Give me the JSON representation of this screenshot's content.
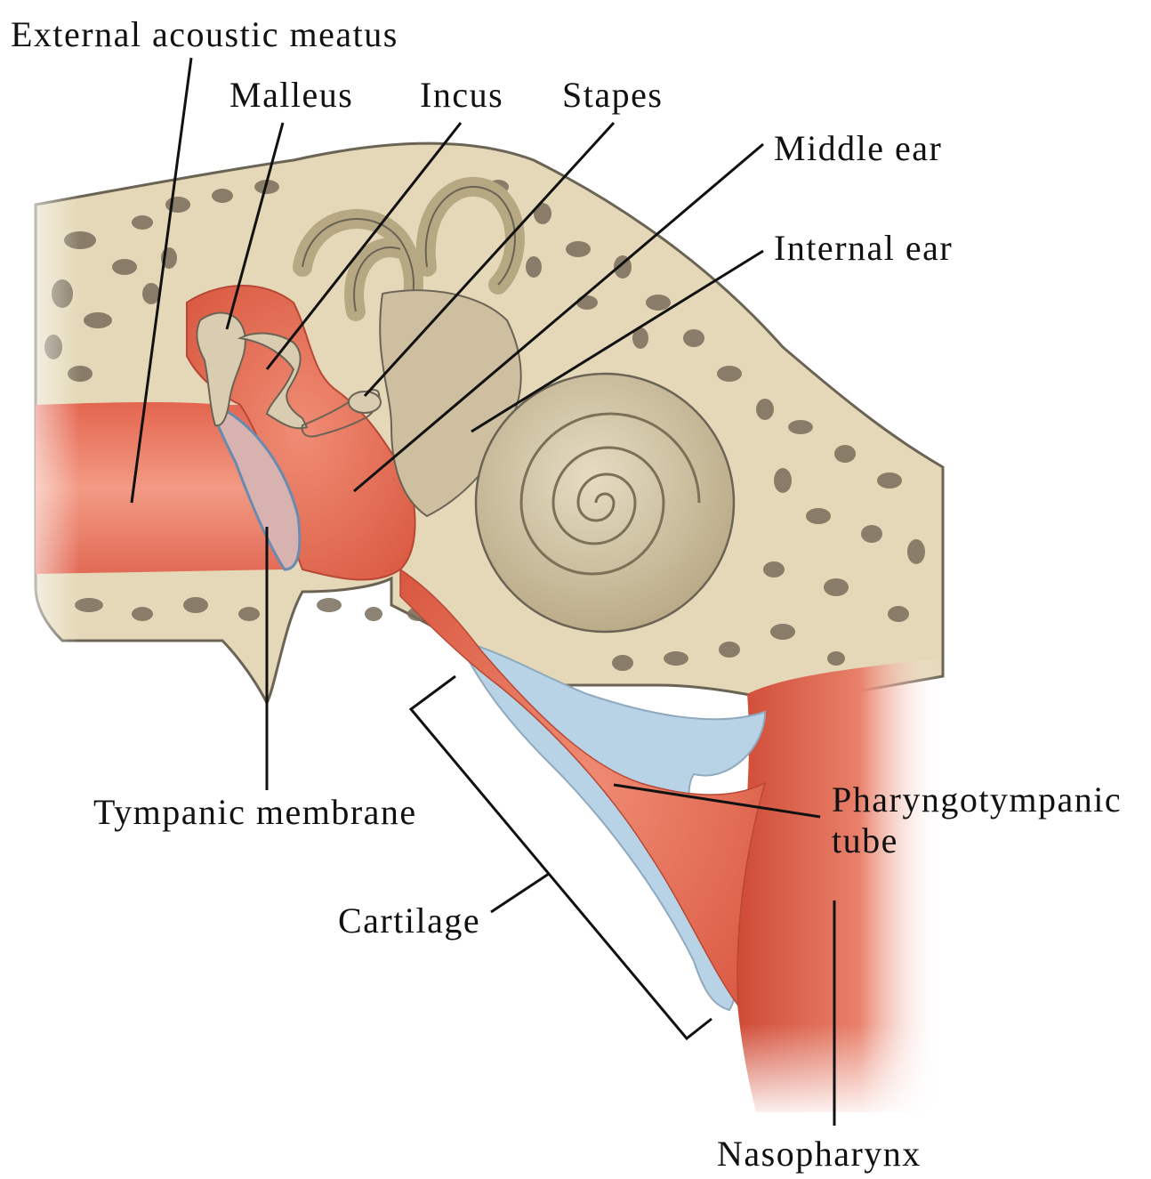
{
  "labels": {
    "external_acoustic_meatus": "External acoustic meatus",
    "malleus": "Malleus",
    "incus": "Incus",
    "stapes": "Stapes",
    "middle_ear": "Middle ear",
    "internal_ear": "Internal ear",
    "tympanic_membrane": "Tympanic membrane",
    "pharyngotympanic_tube_line1": "Pharyngotympanic",
    "pharyngotympanic_tube_line2": "tube",
    "cartilage": "Cartilage",
    "nasopharynx": "Nasopharynx"
  },
  "colors": {
    "bone": "#e4d8b8",
    "bone_outline": "#6b6455",
    "bone_cavity": "#7a6e5c",
    "cavity_red": "#e4705c",
    "cavity_light": "#f0a08c",
    "cartilage_blue": "#b8d2e6",
    "membrane": "#d8b2ae",
    "labyrinth": "#cdbf9f",
    "leader_line": "#111111"
  }
}
